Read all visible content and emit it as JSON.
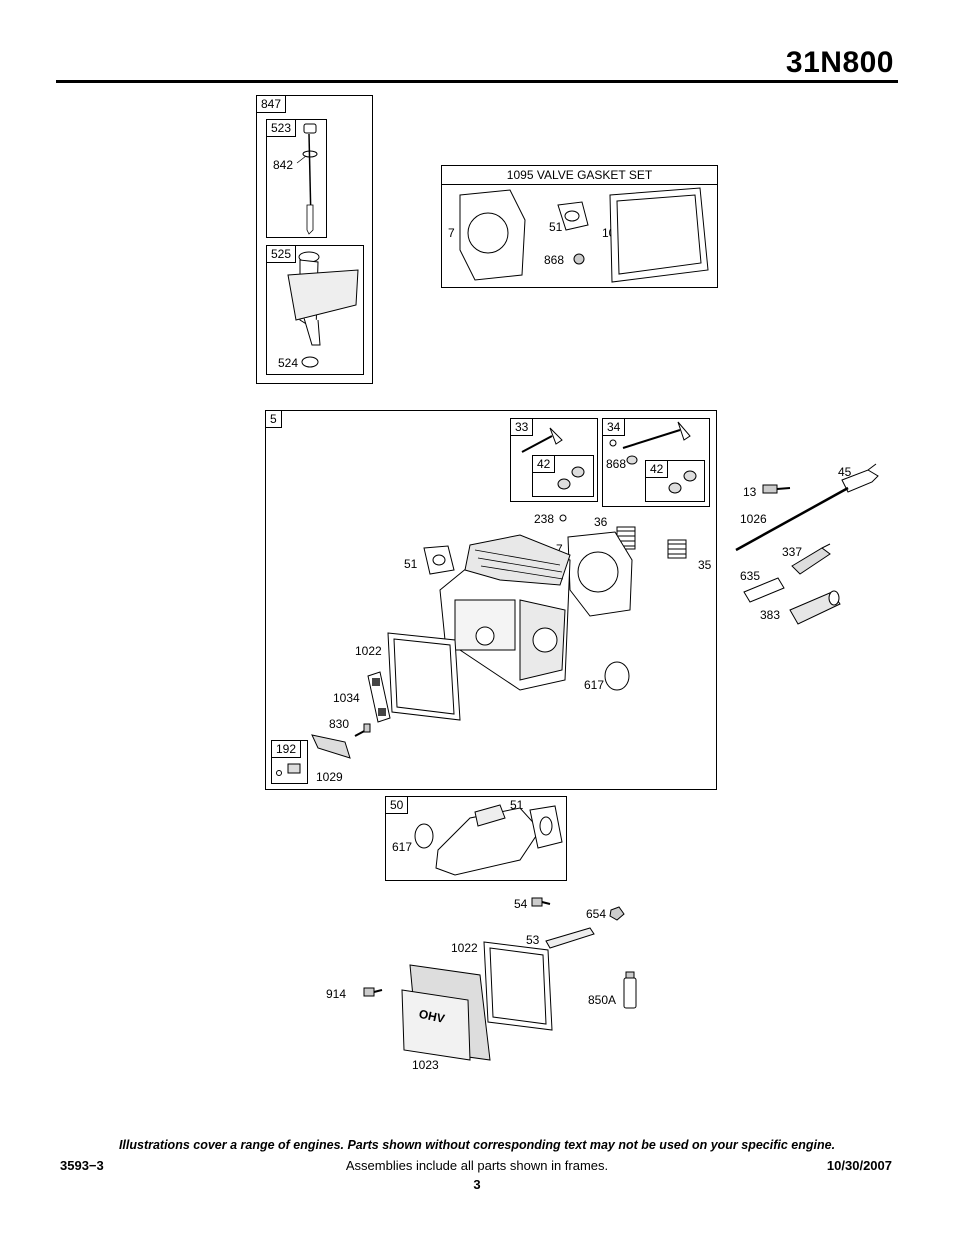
{
  "header": {
    "model": "31N800"
  },
  "groups": {
    "dipstick": {
      "frame": "847",
      "tube_kit": "523",
      "o_ring": "842",
      "tube_assy": "525",
      "seal": "524"
    },
    "gasket_set": {
      "title": "1095 VALVE GASKET SET",
      "head_gasket": "7",
      "intake_gasket": "51",
      "cover_gasket": "1022",
      "valve_seal": "868"
    },
    "cylinder_head": {
      "frame": "5",
      "exhaust_valve_frame": "33",
      "exhaust_keeper": "42",
      "intake_valve_frame": "34",
      "intake_seal": "868",
      "intake_keeper": "42",
      "plug": "238",
      "head_gasket": "7",
      "spring": "36",
      "spring2": "35",
      "intake_gasket": "51",
      "cover_gasket": "1022",
      "breather": "1034",
      "screw": "830",
      "stud_frame": "192",
      "deflector": "1029",
      "o_ring": "617"
    },
    "loose_parts": {
      "bolt": "13",
      "push_rod": "1026",
      "rocker": "45",
      "spark_plug": "337",
      "boot": "635",
      "tool": "383"
    },
    "intake": {
      "frame": "50",
      "gasket": "51",
      "o_ring": "617"
    },
    "valve_cover": {
      "screw": "54",
      "stud": "53",
      "nut": "654",
      "gasket": "1022",
      "bolt": "914",
      "cover": "1023",
      "sealant": "850A"
    }
  },
  "footer": {
    "note": "Illustrations cover a range of engines. Parts shown without corresponding text may not be used on your specific engine.",
    "doc_id": "3593−3",
    "assemblies": "Assemblies include all parts shown in frames.",
    "date": "10/30/2007",
    "page": "3"
  }
}
